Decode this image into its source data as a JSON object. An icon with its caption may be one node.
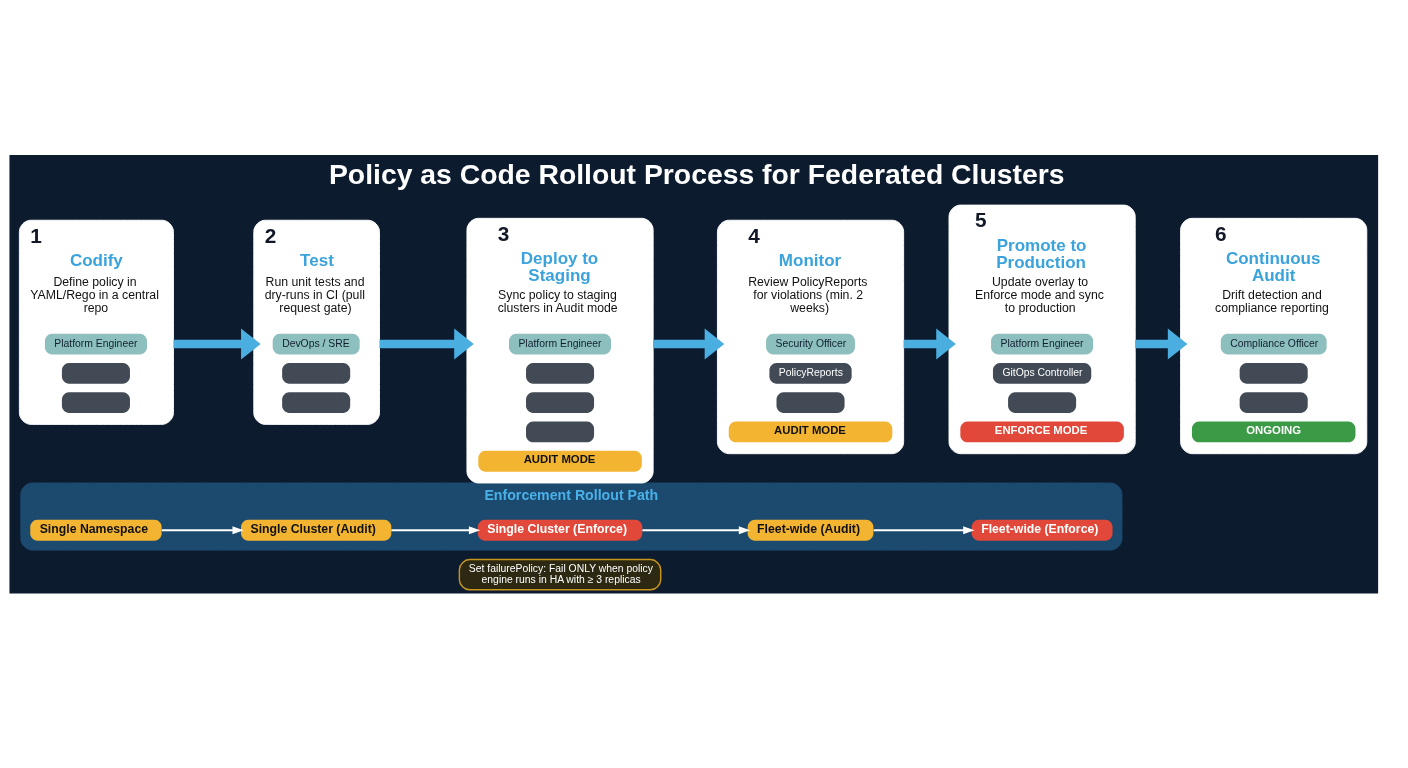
{
  "diagram": {
    "title": "Policy as Code Rollout Process for Federated Clusters",
    "nodes": [
      {
        "text": [
          "1",
          "Codify",
          "Define policy in YAML/Rego in a central repo"
        ]
      },
      {
        "text": [
          "Platform Engineer"
        ],
        "in": 0
      },
      {
        "text": [],
        "shape": "box",
        "in": 0
      },
      {
        "text": [],
        "shape": "box",
        "in": 0
      },
      {
        "text": [
          "2",
          "Test",
          "Run unit tests and dry-runs in CI (pull request gate)"
        ]
      },
      {
        "text": [
          "DevOps / SRE"
        ],
        "in": 4
      },
      {
        "text": [],
        "shape": "box",
        "in": 4
      },
      {
        "text": [],
        "shape": "box",
        "in": 4
      },
      {
        "text": [
          "3",
          "Deploy to Staging",
          "Sync policy to staging clusters in Audit mode"
        ]
      },
      {
        "text": [
          "Platform Engineer"
        ],
        "in": 8
      },
      {
        "text": [],
        "shape": "box",
        "in": 8
      },
      {
        "text": [],
        "shape": "box",
        "in": 8
      },
      {
        "text": [],
        "shape": "box",
        "in": 8
      },
      {
        "text": [
          "AUDIT MODE"
        ],
        "in": 8
      },
      {
        "text": [
          "4",
          "Monitor",
          "Review PolicyReports for violations (min. 2 weeks)"
        ]
      },
      {
        "text": [
          "Security Officer"
        ],
        "in": 14
      },
      {
        "text": [
          "PolicyReports"
        ],
        "in": 14
      },
      {
        "text": [],
        "shape": "box",
        "in": 14
      },
      {
        "text": [
          "AUDIT MODE"
        ],
        "in": 14
      },
      {
        "text": [
          "5",
          "Promote to Production",
          "Update overlay to Enforce mode and sync to production"
        ]
      },
      {
        "text": [
          "Platform Engineer"
        ],
        "in": 19
      },
      {
        "text": [
          "GitOps Controller"
        ],
        "in": 19
      },
      {
        "text": [],
        "shape": "box",
        "in": 19
      },
      {
        "text": [
          "ENFORCE MODE"
        ],
        "in": 19
      },
      {
        "text": [
          "6",
          "Continuous Audit",
          "Drift detection and compliance reporting"
        ]
      },
      {
        "text": [
          "Compliance Officer"
        ],
        "in": 24
      },
      {
        "text": [],
        "shape": "box",
        "in": 24
      },
      {
        "text": [],
        "shape": "box",
        "in": 24
      },
      {
        "text": [
          "ONGOING"
        ],
        "in": 24
      },
      {
        "text": [
          "Enforcement Rollout Path"
        ]
      },
      {
        "text": [
          "Single Namespace"
        ],
        "in": 29
      },
      {
        "text": [
          "Single Cluster (Audit)"
        ],
        "in": 29
      },
      {
        "text": [
          "Single Cluster (Enforce)"
        ],
        "in": 29
      },
      {
        "text": [
          "Fleet-wide (Audit)"
        ],
        "in": 29
      },
      {
        "text": [
          "Fleet-wide (Enforce)"
        ],
        "in": 29
      },
      {
        "text": [
          "Set failurePolicy: Fail ONLY when policy engine runs in HA with ≥ 3 replicas"
        ]
      }
    ],
    "edges": [
      {
        "from": 0,
        "to": 4,
        "arrow": "to"
      },
      {
        "from": 4,
        "to": 8,
        "arrow": "to"
      },
      {
        "from": 8,
        "to": 14,
        "arrow": "to"
      },
      {
        "from": 14,
        "to": 19,
        "arrow": "to"
      },
      {
        "from": 19,
        "to": 24,
        "arrow": "to"
      },
      {
        "from": 30,
        "to": 31,
        "arrow": "to",
        "color": "#ffffff"
      },
      {
        "from": 31,
        "to": 32,
        "arrow": "to",
        "color": "#ffffff"
      },
      {
        "from": 32,
        "to": 33,
        "arrow": "to",
        "color": "#ffffff"
      },
      {
        "from": 33,
        "to": 34,
        "arrow": "to",
        "color": "#ffffff"
      }
    ]
  }
}
